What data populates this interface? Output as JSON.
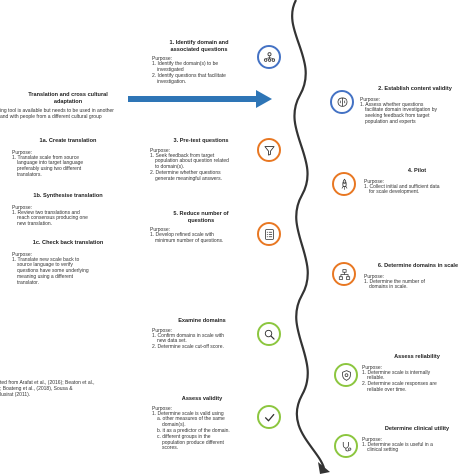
{
  "left": {
    "heading1": "Translation and cross cultural",
    "heading2": "adaptation",
    "intro1": "ing tool is available but needs to be used in another",
    "intro2": "and with people from a different cultural group",
    "s1a_title": "1a. Create translation",
    "s1a_purpose": "Purpose:",
    "s1a_lines": [
      "1. Translate scale from source",
      "language into target language",
      "preferably using two different",
      "translators."
    ],
    "s1b_title": "1b. Synthesise translation",
    "s1b_purpose": "Purpose:",
    "s1b_lines": [
      "1. Review two translations and",
      "reach consensus producing one",
      "new translation."
    ],
    "s1c_title": "1c. Check back translation",
    "s1c_purpose": "Purpose:",
    "s1c_lines": [
      "1. Translate new scale back to",
      "source language to verify",
      "questions have some underlying",
      "meaning using a different",
      "translator."
    ],
    "cite1": "ted from Arafat et al., (2016); Beaton et al.,",
    "cite2": "; Boateng et al., (2018), Sousa &",
    "cite3": "lusirat (2011)."
  },
  "steps": {
    "s1": {
      "title1": "1. Identify domain and",
      "title2": "associated questions",
      "purpose": "Purpose:",
      "lines": [
        "1. Identify the domain(s) to be",
        "investigated",
        "2. Identify questions that facilitate",
        "investigation."
      ],
      "icon": "people-network-icon"
    },
    "s2": {
      "title": "2. Establish content validity",
      "purpose": "Purpose:",
      "lines": [
        "1. Assess whether questions",
        "facilitate domain investigation by",
        "seeking feedback from target",
        "population and experts"
      ],
      "icon": "brain-icon"
    },
    "s3": {
      "title": "3. Pre-test questions",
      "purpose": "Purpose:",
      "lines": [
        "1. Seek feedback from target",
        "population about question related",
        "to domain(s).",
        "2. Determine whether questions",
        "generate meaningful answers."
      ],
      "icon": "funnel-icon"
    },
    "s4": {
      "title": "4. Pilot",
      "purpose": "Purpose:",
      "lines": [
        "1. Collect initial and sufficient data",
        "for scale development."
      ],
      "icon": "rocket-icon"
    },
    "s5": {
      "title1": "5. Reduce number of",
      "title2": "questions",
      "purpose": "Purpose:",
      "lines": [
        "1. Develop refined scale with",
        "minimum number of questions."
      ],
      "icon": "checklist-icon"
    },
    "s6": {
      "title": "6. Determine domains in scale",
      "purpose": "Purpose:",
      "lines": [
        "1. Determine the number of",
        "domains in scale."
      ],
      "icon": "hierarchy-icon"
    },
    "s7": {
      "title": "Examine domains",
      "purpose": "Purpose:",
      "lines": [
        "1. Confirm domains in scale with",
        "new data set.",
        "2. Determine scale cut-off score."
      ],
      "icon": "magnifier-icon"
    },
    "s8": {
      "title": "Assess reliability",
      "purpose": "Purpose:",
      "lines": [
        "1. Determine scale is internally",
        "reliable.",
        "2. Determine scale responses are",
        "reliable over time."
      ],
      "icon": "shield-gear-icon"
    },
    "s9": {
      "title": "Assess validity",
      "purpose": "Purpose:",
      "lines": [
        "1. Determine scale is valid using",
        "a. other measures of the same",
        "domain(s).",
        "b. it as a predictor of the domain.",
        "c. different groups in the",
        "population produce different",
        "scores."
      ],
      "icon": "checkmark-icon"
    },
    "s10": {
      "title": "Determine clinical utility",
      "purpose": "Purpose:",
      "lines": [
        "1. Determine scale is useful in a",
        "clinical setting"
      ],
      "icon": "stethoscope-icon"
    }
  },
  "colors": {
    "orange": "#e87722",
    "blue": "#4472c4",
    "green": "#8cc63f",
    "arrow": "#2e75b6",
    "wave": "#333333"
  }
}
